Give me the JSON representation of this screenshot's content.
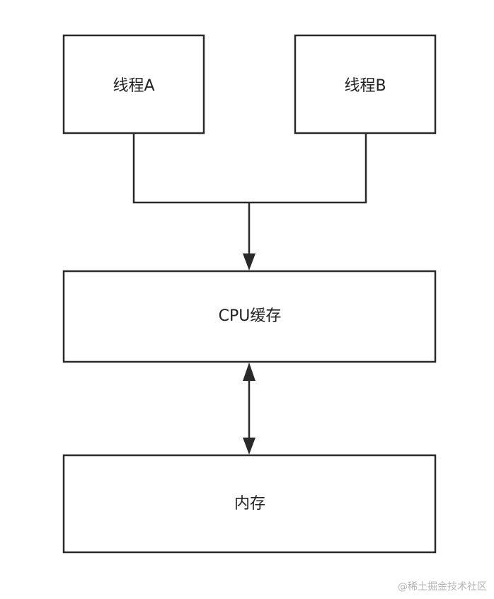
{
  "nodes": {
    "thread_a": {
      "label": "线程A"
    },
    "thread_b": {
      "label": "线程B"
    },
    "cpu_cache": {
      "label": "CPU缓存"
    },
    "memory": {
      "label": "内存"
    }
  },
  "edges": [
    {
      "from": "thread_a",
      "to": "cpu_cache",
      "direction": "forward"
    },
    {
      "from": "thread_b",
      "to": "cpu_cache",
      "direction": "forward"
    },
    {
      "from": "cpu_cache",
      "to": "memory",
      "direction": "both"
    }
  ],
  "colors": {
    "stroke": "#2a2a2a",
    "text": "#222222",
    "background": "#ffffff",
    "watermark": "#b5b5b5"
  },
  "watermark": {
    "text": "@稀土掘金技术社区"
  }
}
